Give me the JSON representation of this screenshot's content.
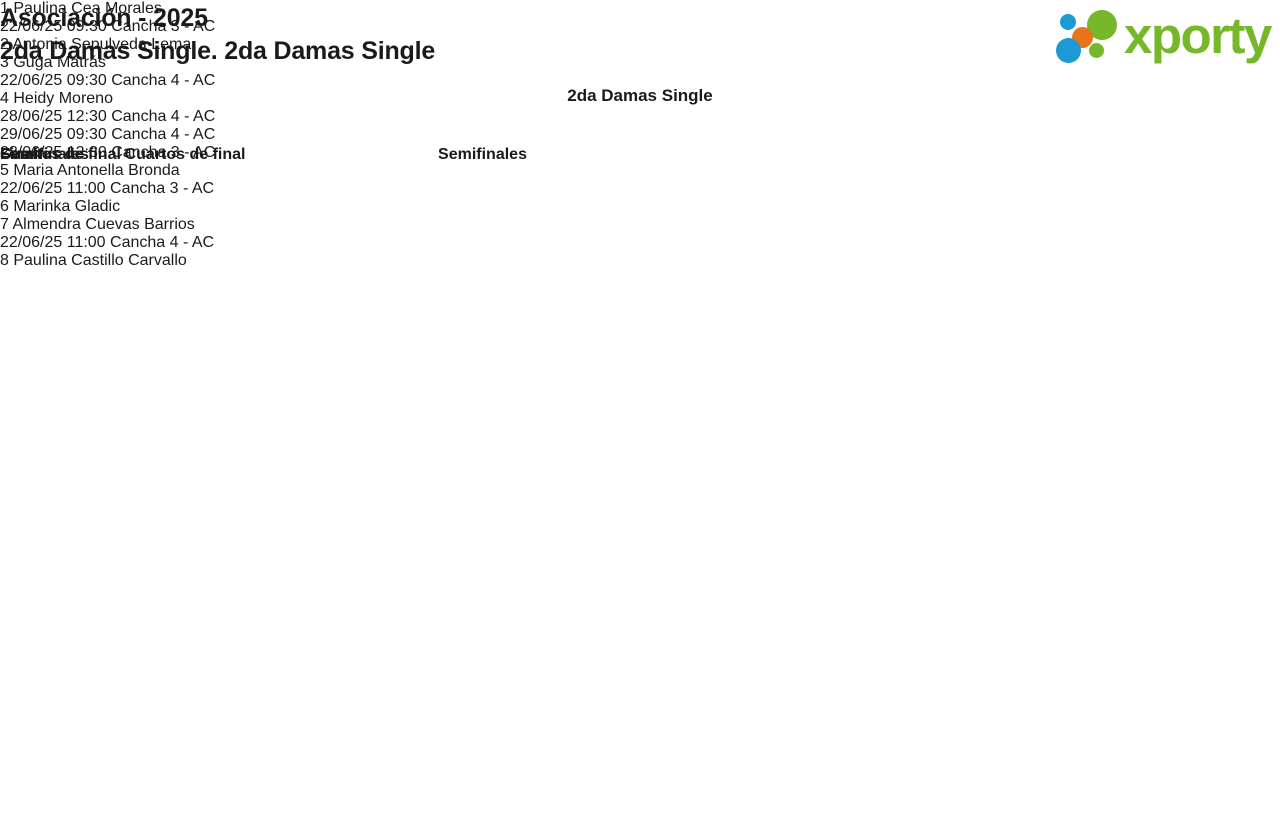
{
  "header": {
    "org_line": "Asociación - 2025",
    "category_line": "2da Damas Single. 2da Damas Single",
    "logo_text": "xporty",
    "logo_colors": {
      "green": "#76B82A",
      "blue": "#1B9AD6",
      "orange": "#E8731A"
    }
  },
  "bracket": {
    "title": "2da Damas Single",
    "shaded_row_color": "#ededed",
    "border_color": "#2b2b2b",
    "rounds": {
      "qf_left": "Cuartos de final",
      "sf_left": "Semifinales",
      "final": "Final",
      "sf_right": "Semifinales",
      "qf_right": "Cuartos de final"
    },
    "quarterfinals_left": [
      {
        "shaded": true,
        "top_seed": "1",
        "top_player": "Paulina Cea Morales",
        "bottom_seed": "2",
        "bottom_player": "Antonia Sepulveda Lema",
        "info": "22/06/25 09:30 Cancha 3 - AC"
      },
      {
        "shaded": false,
        "top_seed": "3",
        "top_player": "Guga Matrás",
        "bottom_seed": "4",
        "bottom_player": "Heidy Moreno",
        "info": "22/06/25 09:30 Cancha 4 - AC"
      }
    ],
    "quarterfinals_right": [
      {
        "shaded": true,
        "top_seed": "5",
        "top_player": "Maria Antonella Bronda",
        "bottom_seed": "6",
        "bottom_player": "Marinka Gladic",
        "info": "22/06/25 11:00 Cancha 3 - AC"
      },
      {
        "shaded": false,
        "top_seed": "7",
        "top_player": "Almendra Cuevas Barrios",
        "bottom_seed": "8",
        "bottom_player": "Paulina Castillo Carvallo",
        "info": "22/06/25 11:00 Cancha 4 - AC"
      }
    ],
    "semifinal_left": {
      "info": "28/06/25 12:30 Cancha 4 - AC"
    },
    "semifinal_right": {
      "info": "28/06/25 12:30 Cancha 3 - AC"
    },
    "final_match": {
      "info": "29/06/25 09:30 Cancha 4 - AC"
    }
  }
}
